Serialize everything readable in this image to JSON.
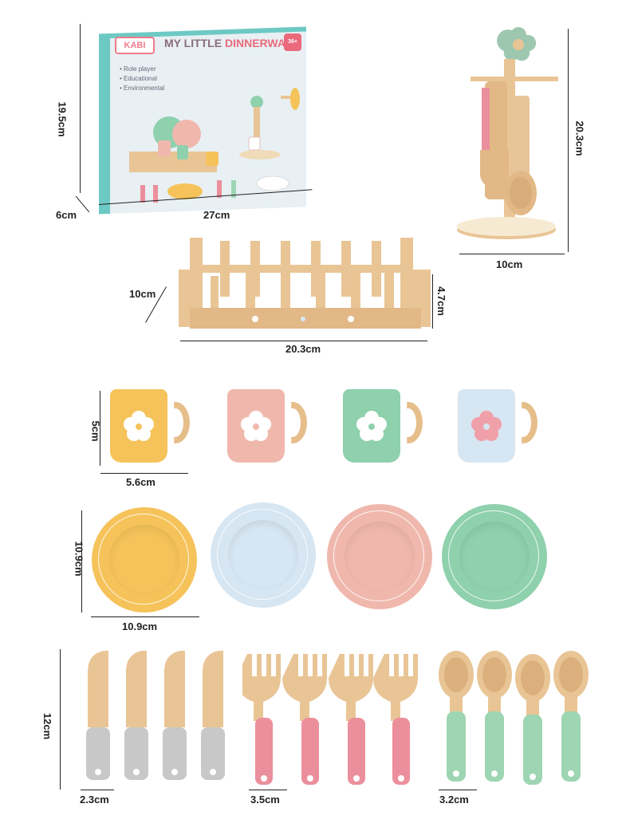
{
  "box": {
    "brand": "KABI",
    "title_prefix": "MY LITTLE",
    "title_highlight": "DINNERWARE",
    "age": "36+",
    "features": [
      "Role player",
      "Educational",
      "Environmental"
    ]
  },
  "dimensions": {
    "box_height": "19.5cm",
    "box_depth": "6cm",
    "box_width": "27cm",
    "stand_height": "20.3cm",
    "stand_base": "10cm",
    "rack_depth": "10cm",
    "rack_height": "4.7cm",
    "rack_width": "20.3cm",
    "cup_height": "5cm",
    "cup_width": "5.6cm",
    "plate_height": "10.9cm",
    "plate_width": "10.9cm",
    "utensil_length": "12cm",
    "knife_width": "2.3cm",
    "fork_width": "3.5cm",
    "spoon_width": "3.2cm"
  },
  "colors": {
    "yellow": "#f5c35a",
    "pink": "#f0b8ad",
    "green": "#8fd0ad",
    "blue": "#d6e6f2",
    "wood": "#e9c596",
    "grey_handle": "#c8c8c8",
    "pink_handle": "#ec8f9c",
    "green_handle": "#9ed5b2"
  },
  "product_items": {
    "cups": [
      "yellow",
      "pink",
      "green",
      "blue"
    ],
    "plates": [
      "yellow",
      "blue",
      "pink",
      "green"
    ]
  }
}
